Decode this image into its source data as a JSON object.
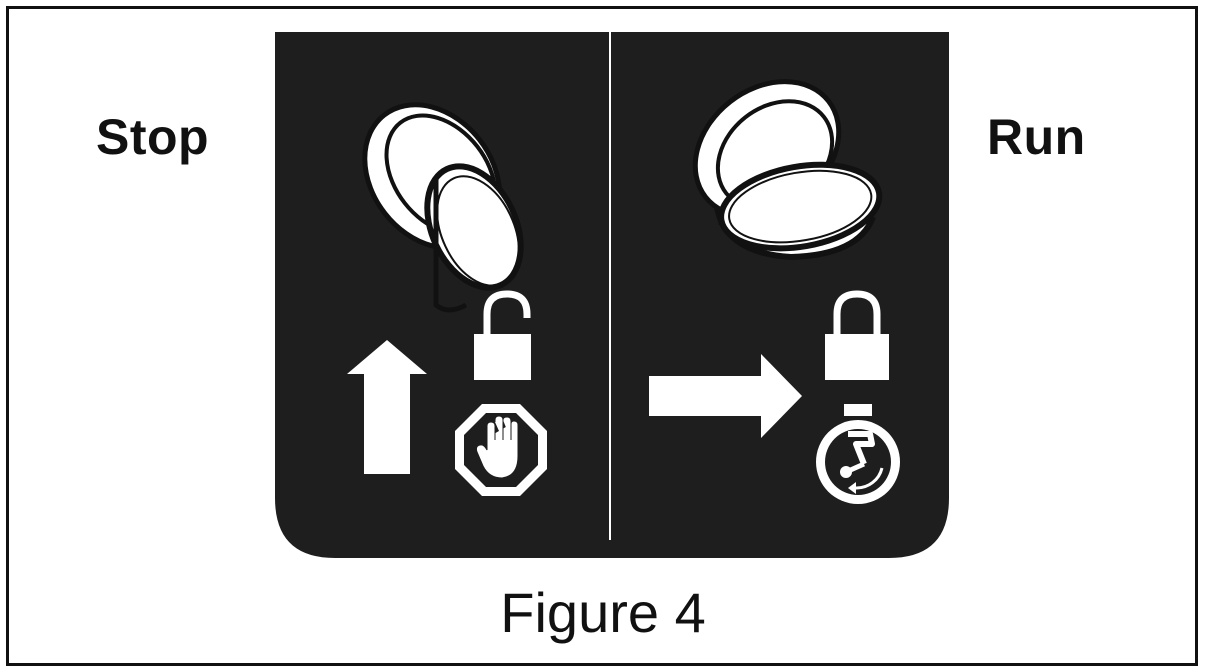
{
  "labels": {
    "stop": "Stop",
    "run": "Run"
  },
  "caption": "Figure 4",
  "panels": [
    {
      "state": "stop",
      "knob_position": "vertical",
      "arrow": "up-arrow-icon",
      "lock": "unlocked-padlock-icon",
      "symbol": "stop-hand-icon"
    },
    {
      "state": "run",
      "knob_position": "horizontal",
      "arrow": "right-arrow-icon",
      "lock": "locked-padlock-icon",
      "symbol": "engine-run-icon"
    }
  ],
  "colors": {
    "panel": "#1e1e1e",
    "ink": "#111111",
    "symbol": "#ffffff"
  }
}
